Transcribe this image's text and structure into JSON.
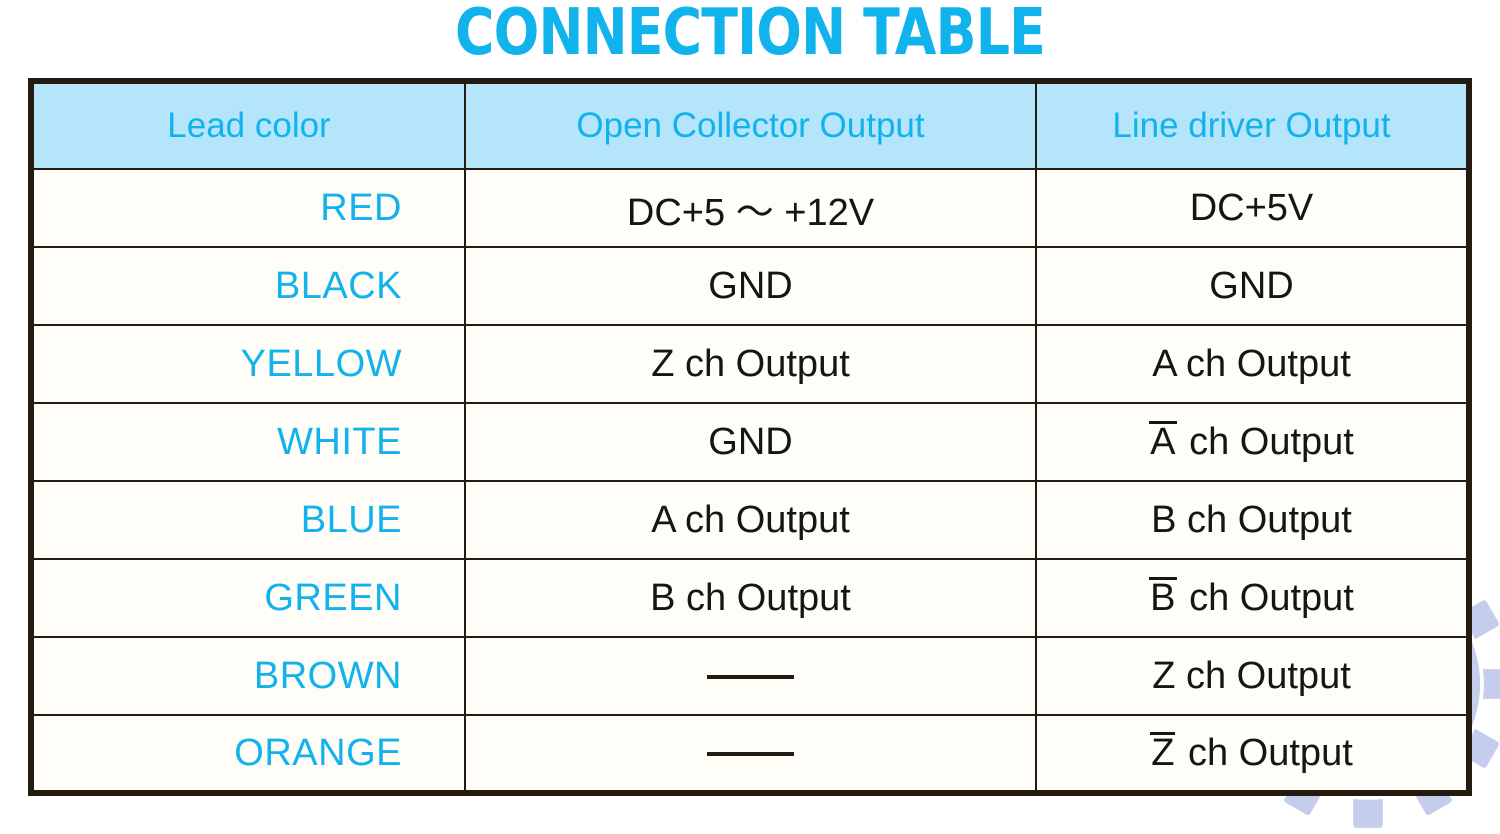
{
  "title": "CONNECTION TABLE",
  "colors": {
    "accent_cyan": "#12b2ec",
    "header_fill": "#b4e5fb",
    "border_dark": "#231a10",
    "body_text": "#151515",
    "watermark": "#c5cdec"
  },
  "table": {
    "columns": [
      {
        "key": "lead",
        "label": "Lead color"
      },
      {
        "key": "open_collector",
        "label": "Open Collector Output"
      },
      {
        "key": "line_driver",
        "label": "Line driver Output"
      }
    ],
    "rows": [
      {
        "lead": "RED",
        "open_collector": "DC+5 ～ +12V",
        "line_driver": "DC+5V",
        "open_collector_overline": "",
        "line_driver_overline": ""
      },
      {
        "lead": "BLACK",
        "open_collector": "GND",
        "line_driver": "GND",
        "open_collector_overline": "",
        "line_driver_overline": ""
      },
      {
        "lead": "YELLOW",
        "open_collector": "Z ch Output",
        "line_driver": "A ch Output",
        "open_collector_overline": "",
        "line_driver_overline": ""
      },
      {
        "lead": "WHITE",
        "open_collector": "GND",
        "line_driver": "A ch Output",
        "open_collector_overline": "",
        "line_driver_overline": "A"
      },
      {
        "lead": "BLUE",
        "open_collector": "A ch Output",
        "line_driver": "B ch Output",
        "open_collector_overline": "",
        "line_driver_overline": ""
      },
      {
        "lead": "GREEN",
        "open_collector": "B ch Output",
        "line_driver": "B ch Output",
        "open_collector_overline": "",
        "line_driver_overline": "B"
      },
      {
        "lead": "BROWN",
        "open_collector": "—",
        "line_driver": "Z ch Output",
        "open_collector_overline": "",
        "line_driver_overline": ""
      },
      {
        "lead": "ORANGE",
        "open_collector": "—",
        "line_driver": "Z ch Output",
        "open_collector_overline": "",
        "line_driver_overline": "Z"
      }
    ]
  },
  "watermark": {
    "name": "gear-k-arrow-logo-watermark"
  }
}
